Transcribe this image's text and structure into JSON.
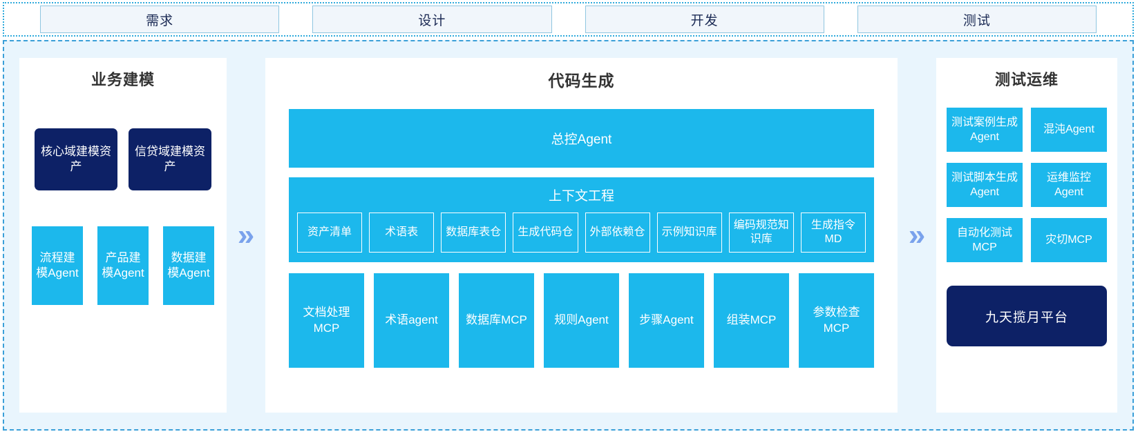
{
  "phases": [
    {
      "label": "需求"
    },
    {
      "label": "设计"
    },
    {
      "label": "开发"
    },
    {
      "label": "测试"
    }
  ],
  "separators": {
    "left_chevron": "»",
    "right_chevron": "»",
    "color": "#7aa2ec"
  },
  "colors": {
    "cyan": "#1cb8ec",
    "navy": "#0d2166",
    "body_bg": "#e9f5fd",
    "panel_bg": "#ffffff",
    "phase_bg": "#f1f6fb",
    "phase_border": "#8fc6e0",
    "heading": "#333333"
  },
  "panels": {
    "left": {
      "title": "业务建模",
      "assets": [
        {
          "label": "核心域建模资产"
        },
        {
          "label": "信贷域建模资产"
        }
      ],
      "agents": [
        {
          "label": "流程建模Agent"
        },
        {
          "label": "产品建模Agent"
        },
        {
          "label": "数据建模Agent"
        }
      ]
    },
    "center": {
      "title": "代码生成",
      "master_agent": "总控Agent",
      "context": {
        "title": "上下文工程",
        "items": [
          {
            "label": "资产清单"
          },
          {
            "label": "术语表"
          },
          {
            "label": "数据库表仓"
          },
          {
            "label": "生成代码仓"
          },
          {
            "label": "外部依赖仓"
          },
          {
            "label": "示例知识库"
          },
          {
            "label": "编码规范知识库"
          },
          {
            "label": "生成指令MD"
          }
        ]
      },
      "tools": [
        {
          "label": "文档处理MCP"
        },
        {
          "label": "术语agent"
        },
        {
          "label": "数据库MCP"
        },
        {
          "label": "规则Agent"
        },
        {
          "label": "步骤Agent"
        },
        {
          "label": "组装MCP"
        },
        {
          "label": "参数检查MCP"
        }
      ]
    },
    "right": {
      "title": "测试运维",
      "cards": [
        {
          "label": "测试案例生成Agent"
        },
        {
          "label": "混沌Agent"
        },
        {
          "label": "测试脚本生成Agent"
        },
        {
          "label": "运维监控Agent"
        },
        {
          "label": "自动化测试MCP"
        },
        {
          "label": "灾切MCP"
        }
      ],
      "platform": "九天揽月平台"
    }
  }
}
